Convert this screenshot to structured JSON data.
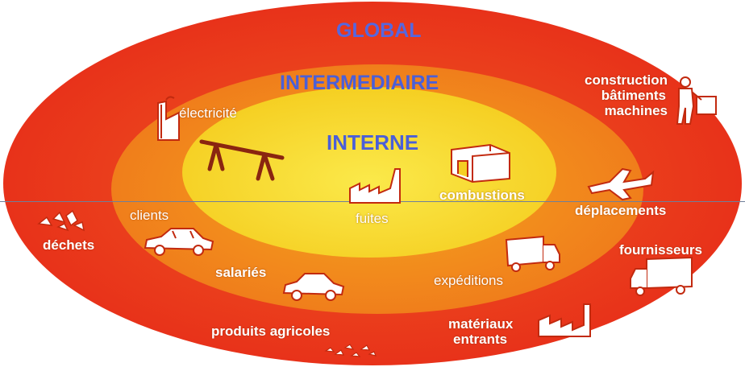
{
  "zones": {
    "outer": "GLOBAL",
    "middle": "INTERMEDIAIRE",
    "inner": "INTERNE"
  },
  "labels": {
    "electricite": "électricité",
    "construction": [
      "construction",
      "bâtiments",
      "machines"
    ],
    "combustions": "combustions",
    "fuites": "fuites",
    "clients": "clients",
    "deplacements": "déplacements",
    "dechets": "déchets",
    "fournisseurs": "fournisseurs",
    "salaries": "salariés",
    "expeditions": "expéditions",
    "produits_agricoles": "produits agricoles",
    "materiaux_entrants": [
      "matériaux",
      "entrants"
    ]
  },
  "colors": {
    "outer": "#ec3a1e",
    "middle": "#f28b1c",
    "inner": "#f7d928",
    "zone_text": "#4a5fd8",
    "label_text": "#ffffff"
  },
  "icons": [
    "power-plant-icon",
    "power-line-icon",
    "factory-icon",
    "building-icon",
    "construction-worker-icon",
    "airplane-icon",
    "car-icon",
    "truck-icon",
    "delivery-truck-icon",
    "waste-icon",
    "crops-icon",
    "industry-icon"
  ]
}
